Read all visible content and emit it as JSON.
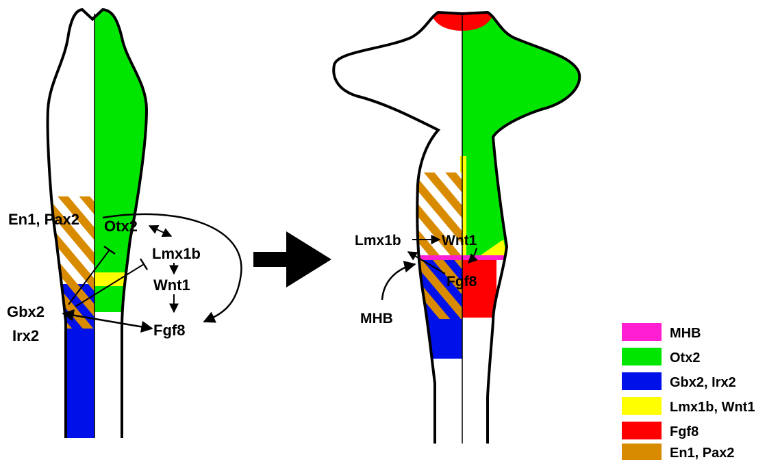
{
  "colors": {
    "mhb": "#ff1fd2",
    "otx2": "#00e600",
    "gbx2": "#0010e8",
    "lmx1b": "#ffff00",
    "fgf8": "#ff0000",
    "en1": "#d98b00",
    "outline": "#000000",
    "background": "#ffffff"
  },
  "left_diagram": {
    "labels": {
      "en1_pax2": "En1, Pax2",
      "otx2": "Otx2",
      "lmx1b": "Lmx1b",
      "wnt1": "Wnt1",
      "gbx2": "Gbx2",
      "irx2": "Irx2",
      "fgf8": "Fgf8"
    }
  },
  "transition_arrow": "right-arrow",
  "right_diagram": {
    "labels": {
      "lmx1b": "Lmx1b",
      "wnt1": "Wnt1",
      "fgf8": "Fgf8",
      "mhb": "MHB"
    }
  },
  "legend": {
    "items": [
      {
        "label": "MHB",
        "color": "#ff1fd2"
      },
      {
        "label": "Otx2",
        "color": "#00e600"
      },
      {
        "label": "Gbx2, Irx2",
        "color": "#0010e8"
      },
      {
        "label": "Lmx1b, Wnt1",
        "color": "#ffff00"
      },
      {
        "label": "Fgf8",
        "color": "#ff0000"
      },
      {
        "label": "En1, Pax2",
        "color": "#d98b00"
      }
    ]
  }
}
